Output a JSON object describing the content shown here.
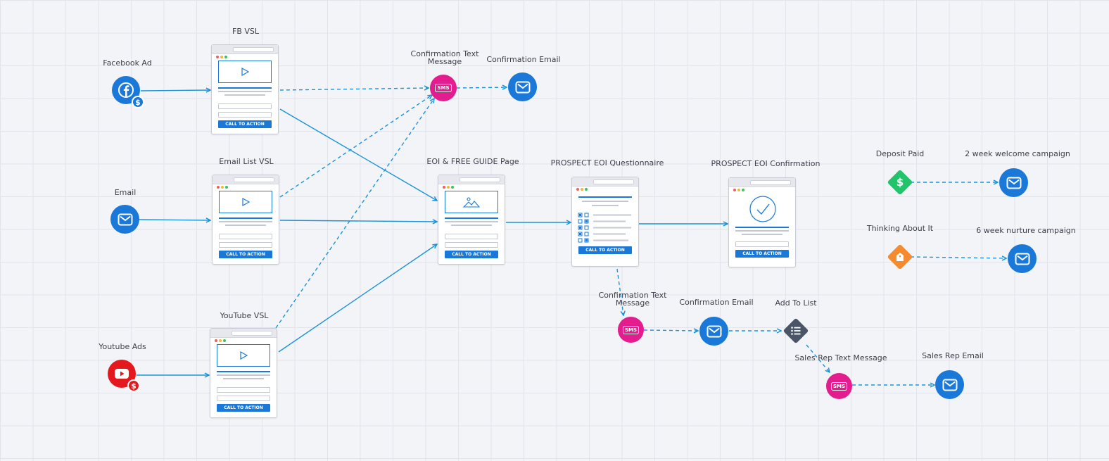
{
  "labels": {
    "facebook_ad": "Facebook Ad",
    "email": "Email",
    "youtube_ads": "Youtube Ads",
    "fb_vsl": "FB VSL",
    "email_list_vsl": "Email List VSL",
    "youtube_vsl": "YouTube VSL",
    "confirmation_text_1": "Confirmation Text Message",
    "confirmation_email_1": "Confirmation Email",
    "eoi_free_guide": "EOI & FREE GUIDE Page",
    "prospect_questionnaire": "PROSPECT EOI Questionnaire",
    "prospect_confirmation": "PROSPECT EOI Confirmation",
    "confirmation_text_2": "Confirmation Text Message",
    "confirmation_email_2": "Confirmation Email",
    "add_to_list": "Add To List",
    "sales_rep_text": "Sales Rep Text Message",
    "sales_rep_email": "Sales Rep Email",
    "deposit_paid": "Deposit Paid",
    "welcome_campaign": "2 week welcome campaign",
    "thinking_about_it": "Thinking About It",
    "nurture_campaign": "6 week nurture campaign"
  },
  "page_cta": "CALL TO ACTION",
  "sms_text": "SMS",
  "badge_symbol": "$",
  "icons": {
    "facebook": "facebook-icon",
    "youtube": "youtube-icon",
    "email": "envelope-icon",
    "sms": "sms-icon",
    "list": "list-icon",
    "dollar": "dollar-icon",
    "tag": "tag-icon",
    "play": "play-icon",
    "image": "image-icon",
    "check": "check-circle-icon"
  },
  "colors": {
    "primary_blue": "#1a79d8",
    "sms_pink": "#e31d8d",
    "youtube_red": "#e5181e",
    "deposit_green": "#22c36b",
    "thinking_orange": "#f58a2f",
    "list_slate": "#4a5568",
    "connector": "#1a93d9"
  }
}
